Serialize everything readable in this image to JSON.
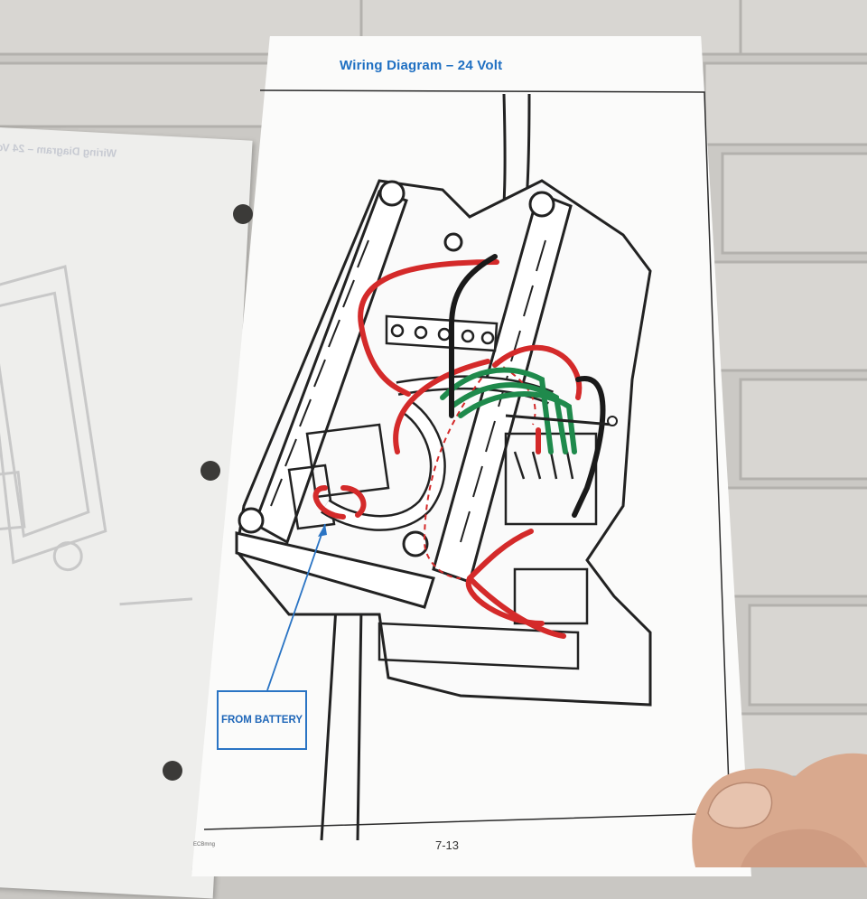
{
  "page": {
    "title": "Wiring Diagram – 24 Volt",
    "callout_label": "FROM BATTERY",
    "page_number": "7-13",
    "footer_mark": "ECBmng"
  },
  "colors": {
    "title_blue": "#1e6fc2",
    "wire_red": "#d42a2a",
    "wire_green": "#1f8a4c",
    "wire_black": "#1a1a1a",
    "wall": "#c9c7c3"
  },
  "icons": [
    "wiring-diagram-illustration",
    "hand-holding-page"
  ]
}
